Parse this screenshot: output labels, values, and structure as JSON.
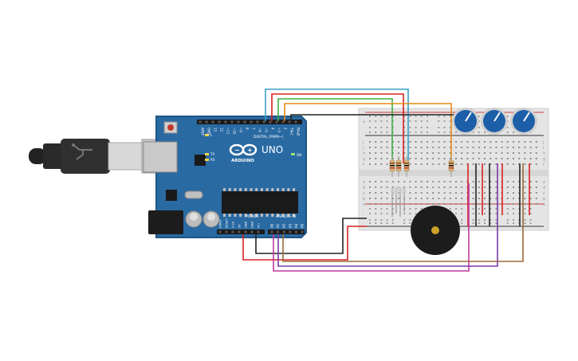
{
  "board": {
    "brand": "UNO",
    "logo_text": "ARDUINO",
    "digital_header": "DIGITAL (PWM~)",
    "power_header": "POWER",
    "analog_header": "ANALOG IN",
    "on_label": "ON",
    "tx_label": "TX",
    "rx_label": "RX",
    "l_label": "L",
    "digital_pins": [
      "AREF",
      "GND",
      "13",
      "12",
      "~11",
      "~10",
      "~9",
      "8",
      "7",
      "~6",
      "~5",
      "4",
      "~3",
      "2",
      "TX▸1",
      "RX◂0"
    ],
    "power_pins": [
      "IOREF",
      "RESET",
      "3.3V",
      "5V",
      "GND",
      "GND",
      "Vin"
    ],
    "analog_pins": [
      "A0",
      "A1",
      "A2",
      "A3",
      "A4",
      "A5"
    ]
  },
  "breadboard": {
    "row_letters_top": [
      "j",
      "i",
      "h",
      "g",
      "f"
    ],
    "row_letters_bottom": [
      "e",
      "d",
      "c",
      "b",
      "a"
    ],
    "rail_plus": "+",
    "rail_minus": "-"
  },
  "components": {
    "potentiometer_count": 3,
    "resistor_count": 4,
    "has_rgb_led": true,
    "has_piezo_buzzer": true,
    "has_usb_cable": true
  },
  "colors": {
    "board": "#2a6aa3",
    "board_edge": "#1f5585",
    "breadboard": "#e4e4e4",
    "rail_red": "#d33b3b",
    "rail_black": "#333333",
    "wire_blue": "#3aa0c8",
    "wire_red": "#d82020",
    "wire_green": "#3cb043",
    "wire_orange": "#e88a14",
    "wire_black": "#222222",
    "wire_magenta": "#c0399e",
    "wire_purple": "#7a3aa8",
    "wire_brown": "#9a6a3a",
    "pot_blue": "#1c5fa8"
  }
}
